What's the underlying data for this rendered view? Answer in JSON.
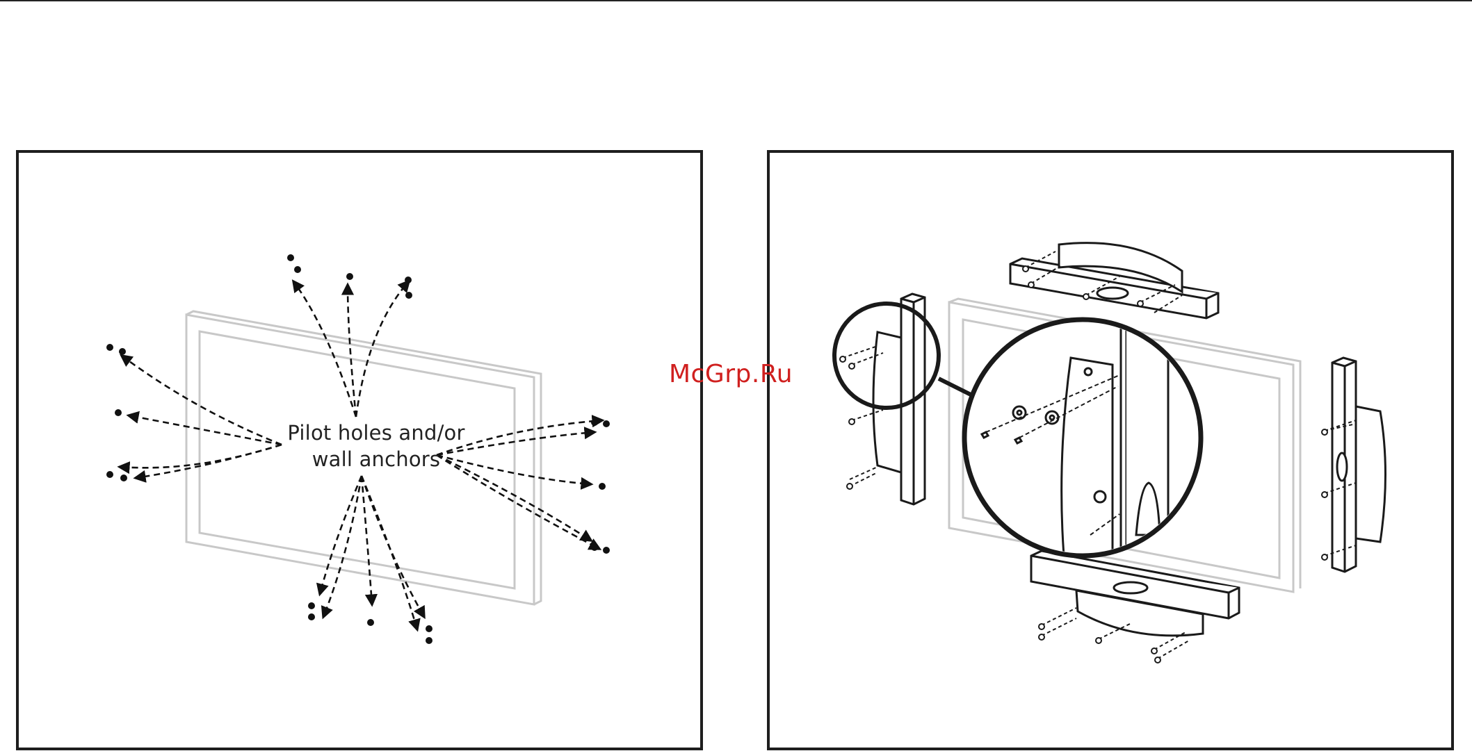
{
  "figure_left": {
    "callout_line1": "Pilot holes and/or",
    "callout_line2": "wall anchors"
  },
  "watermark": "McGrp.Ru",
  "colors": {
    "frame_outline": "#1e1e1e",
    "tv_outline": "#c8c8c8",
    "watermark": "#d0201f",
    "ink": "#222222"
  }
}
